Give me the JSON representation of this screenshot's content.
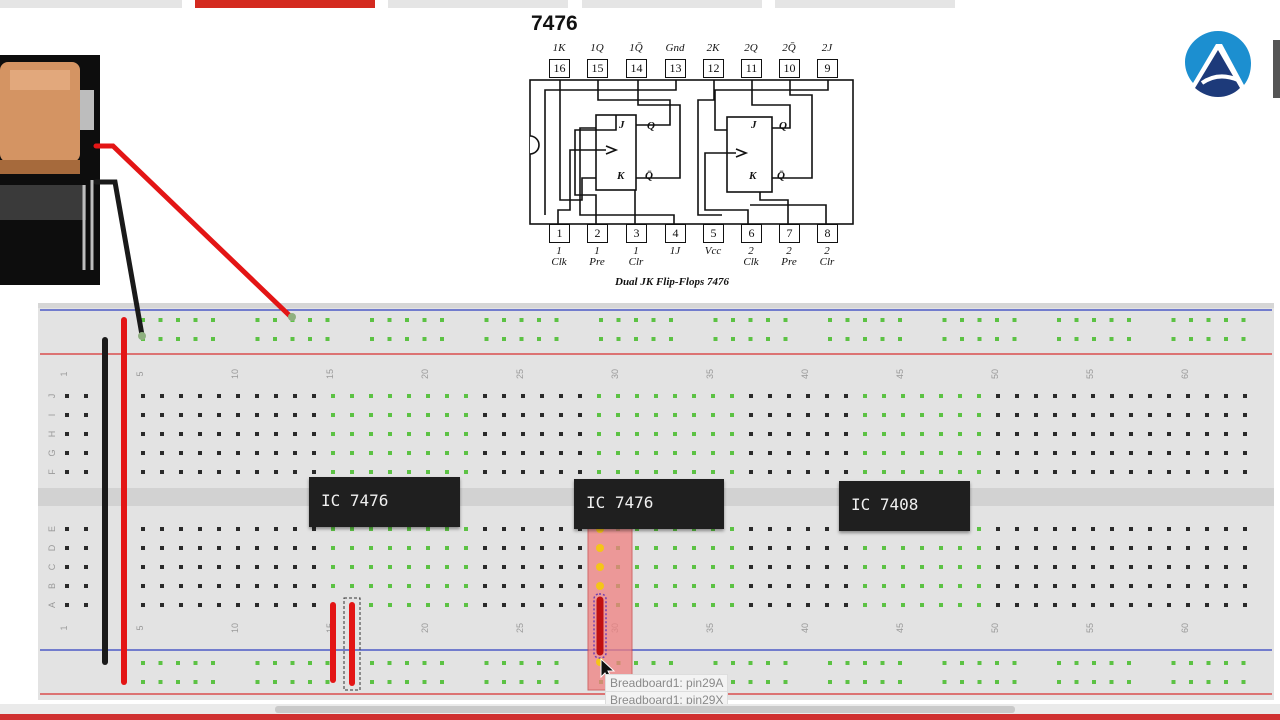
{
  "tabs": [
    {
      "name": "tab-1",
      "color": "#e5e5e5"
    },
    {
      "name": "tab-2",
      "color": "#d42a1f"
    },
    {
      "name": "tab-3",
      "color": "#e5e5e5"
    },
    {
      "name": "tab-4",
      "color": "#e5e5e5"
    },
    {
      "name": "tab-5",
      "color": "#e5e5e5"
    }
  ],
  "diagram": {
    "title": "7476",
    "top_pins": [
      {
        "num": "16",
        "label": "1K"
      },
      {
        "num": "15",
        "label": "1Q"
      },
      {
        "num": "14",
        "label": "1Q̄"
      },
      {
        "num": "13",
        "label": "Gnd"
      },
      {
        "num": "12",
        "label": "2K"
      },
      {
        "num": "11",
        "label": "2Q"
      },
      {
        "num": "10",
        "label": "2Q̄"
      },
      {
        "num": "9",
        "label": "2J"
      }
    ],
    "bottom_pins": [
      {
        "num": "1",
        "label": "1\nClk"
      },
      {
        "num": "2",
        "label": "1\nPre"
      },
      {
        "num": "3",
        "label": "1\nClr"
      },
      {
        "num": "4",
        "label": "1J"
      },
      {
        "num": "5",
        "label": "Vcc"
      },
      {
        "num": "6",
        "label": "2\nClk"
      },
      {
        "num": "7",
        "label": "2\nPre"
      },
      {
        "num": "8",
        "label": "2\nClr"
      }
    ],
    "ff_labels": {
      "j": "J",
      "q": "Q",
      "k": "K",
      "qbar": "Q̄"
    },
    "caption": "Dual JK Flip-Flops  7476"
  },
  "chips": [
    {
      "label": "IC 7476"
    },
    {
      "label": "IC 7476"
    },
    {
      "label": "IC 7408"
    }
  ],
  "column_numbers": [
    "1",
    "5",
    "10",
    "15",
    "20",
    "25",
    "30",
    "35",
    "40",
    "45",
    "50",
    "55",
    "60"
  ],
  "row_letters_top": [
    "J",
    "I",
    "H",
    "G",
    "F"
  ],
  "row_letters_bottom": [
    "E",
    "D",
    "C",
    "B",
    "A"
  ],
  "tooltip": {
    "line1": "Breadboard1: pin29A",
    "line2": "Breadboard1: pin29X"
  },
  "colors": {
    "wire_red": "#e31515",
    "wire_black": "#1a1a1a",
    "connected_hole": "#5cc244",
    "highlight": "#f08080",
    "rail_blue": "#2f3fc0",
    "rail_red": "#d83030"
  },
  "logo_icon": "a-logo-icon"
}
